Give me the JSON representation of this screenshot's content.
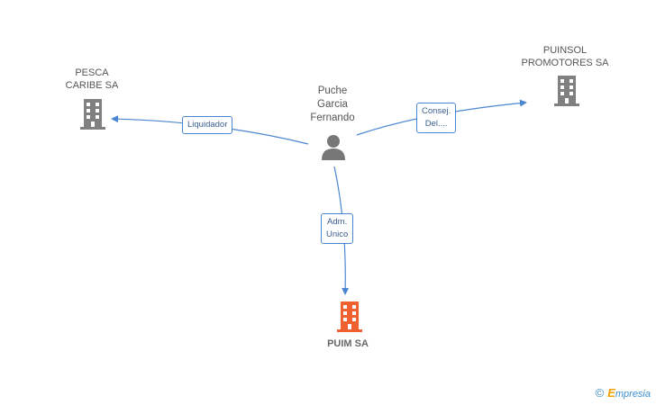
{
  "nodes": {
    "person": {
      "name_line1": "Puche",
      "name_line2": "Garcia",
      "name_line3": "Fernando",
      "icon": "person-icon"
    },
    "pesca": {
      "line1": "PESCA",
      "line2": "CARIBE SA",
      "icon": "building-icon"
    },
    "puinsol": {
      "line1": "PUINSOL",
      "line2": "PROMOTORES SA",
      "icon": "building-icon"
    },
    "puim": {
      "label": "PUIM SA",
      "icon": "building-icon"
    }
  },
  "edges": {
    "liquidador": "Liquidador",
    "consej_line1": "Consej.",
    "consej_line2": "Del....",
    "adm_line1": "Adm.",
    "adm_line2": "Unico"
  },
  "colors": {
    "edge": "#4a86cf",
    "building_gray": "#808080",
    "building_main": "#f06030",
    "person": "#777777"
  },
  "footer": {
    "copyright": "©",
    "brand_initial": "E",
    "brand_rest": "mpresia"
  }
}
